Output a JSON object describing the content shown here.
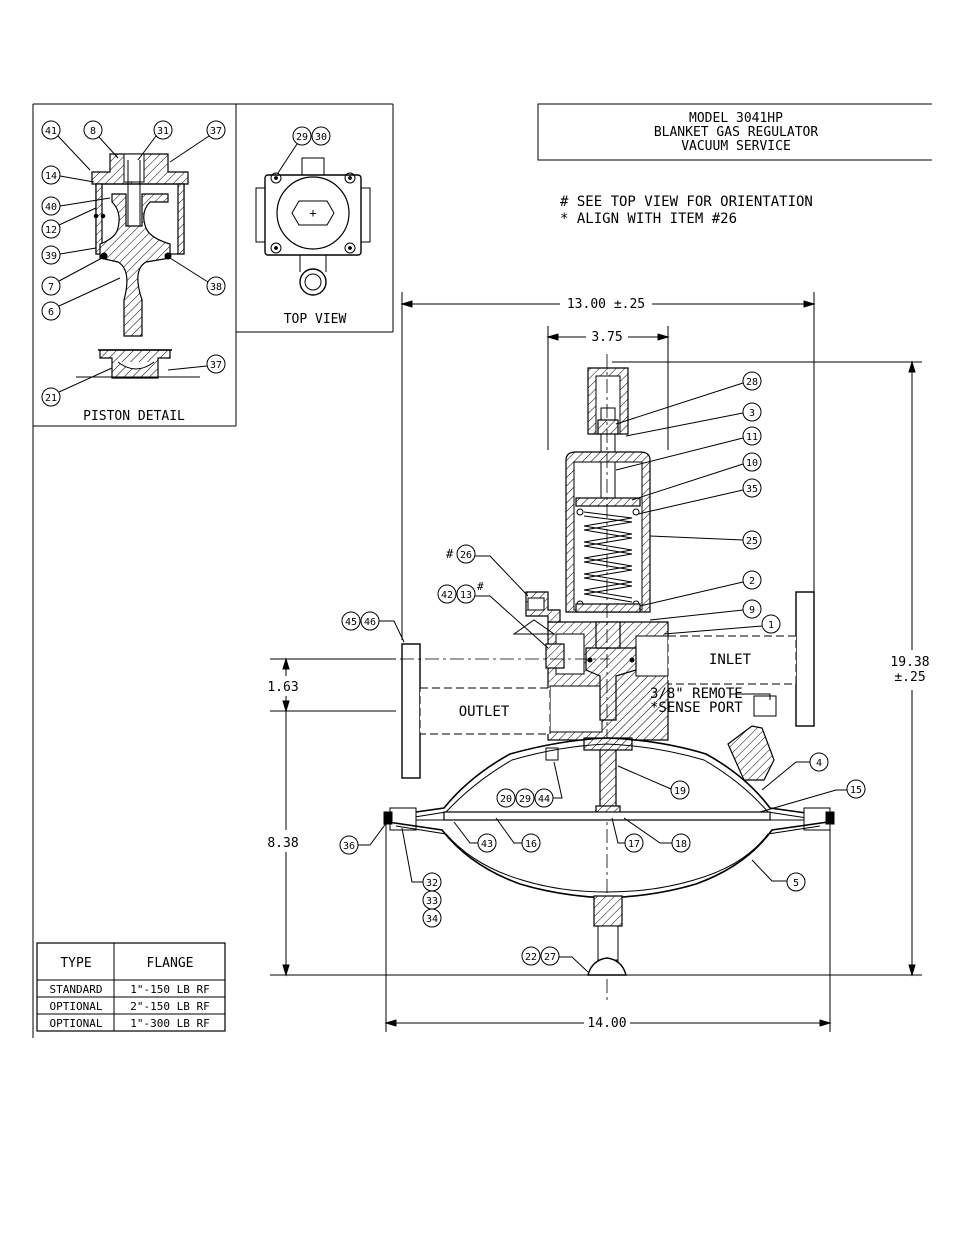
{
  "title_block": {
    "line1": "MODEL 3041HP",
    "line2": "BLANKET GAS REGULATOR",
    "line3": "VACUUM SERVICE"
  },
  "notes": [
    "# SEE TOP VIEW FOR ORIENTATION",
    "* ALIGN WITH ITEM #26"
  ],
  "piston_detail": {
    "caption": "PISTON DETAIL",
    "balloons": [
      "41",
      "8",
      "31",
      "37",
      "14",
      "40",
      "12",
      "39",
      "7",
      "6",
      "38",
      "37",
      "21"
    ]
  },
  "top_view": {
    "caption": "TOP VIEW",
    "balloons": [
      "29",
      "30"
    ]
  },
  "dimensions": {
    "width_top": "13.00 ±.25",
    "bonnet": "3.75",
    "height_line1": "19.38",
    "height_line2": "±.25",
    "outlet_offset": "1.63",
    "lower_height": "8.38",
    "width_bottom": "14.00"
  },
  "ports": {
    "inlet": "INLET",
    "outlet": "OUTLET",
    "remote_line1": "3/8\" REMOTE",
    "remote_line2": "*SENSE PORT"
  },
  "main_balloons": {
    "b28": "28",
    "b3": "3",
    "b11": "11",
    "b10": "10",
    "b35": "35",
    "b25": "25",
    "b2": "2",
    "b9": "9",
    "b1": "1",
    "b4": "4",
    "b15": "15",
    "b19": "19",
    "b5": "5",
    "b18": "18",
    "b17": "17",
    "b16": "16",
    "b43": "43",
    "b36": "36",
    "b32": "32",
    "b33": "33",
    "b34": "34",
    "b45": "45",
    "b46": "46",
    "b42": "42",
    "b13": "13",
    "b26": "26",
    "b20": "20",
    "b29": "29",
    "b44": "44",
    "b22": "22",
    "b27": "27"
  },
  "tags": {
    "hash26": "#",
    "hash13": "#"
  },
  "flange_table": {
    "headers": [
      "TYPE",
      "FLANGE"
    ],
    "rows": [
      [
        "STANDARD",
        "1\"-150 LB RF"
      ],
      [
        "OPTIONAL",
        "2\"-150 LB RF"
      ],
      [
        "OPTIONAL",
        "1\"-300 LB RF"
      ]
    ]
  }
}
